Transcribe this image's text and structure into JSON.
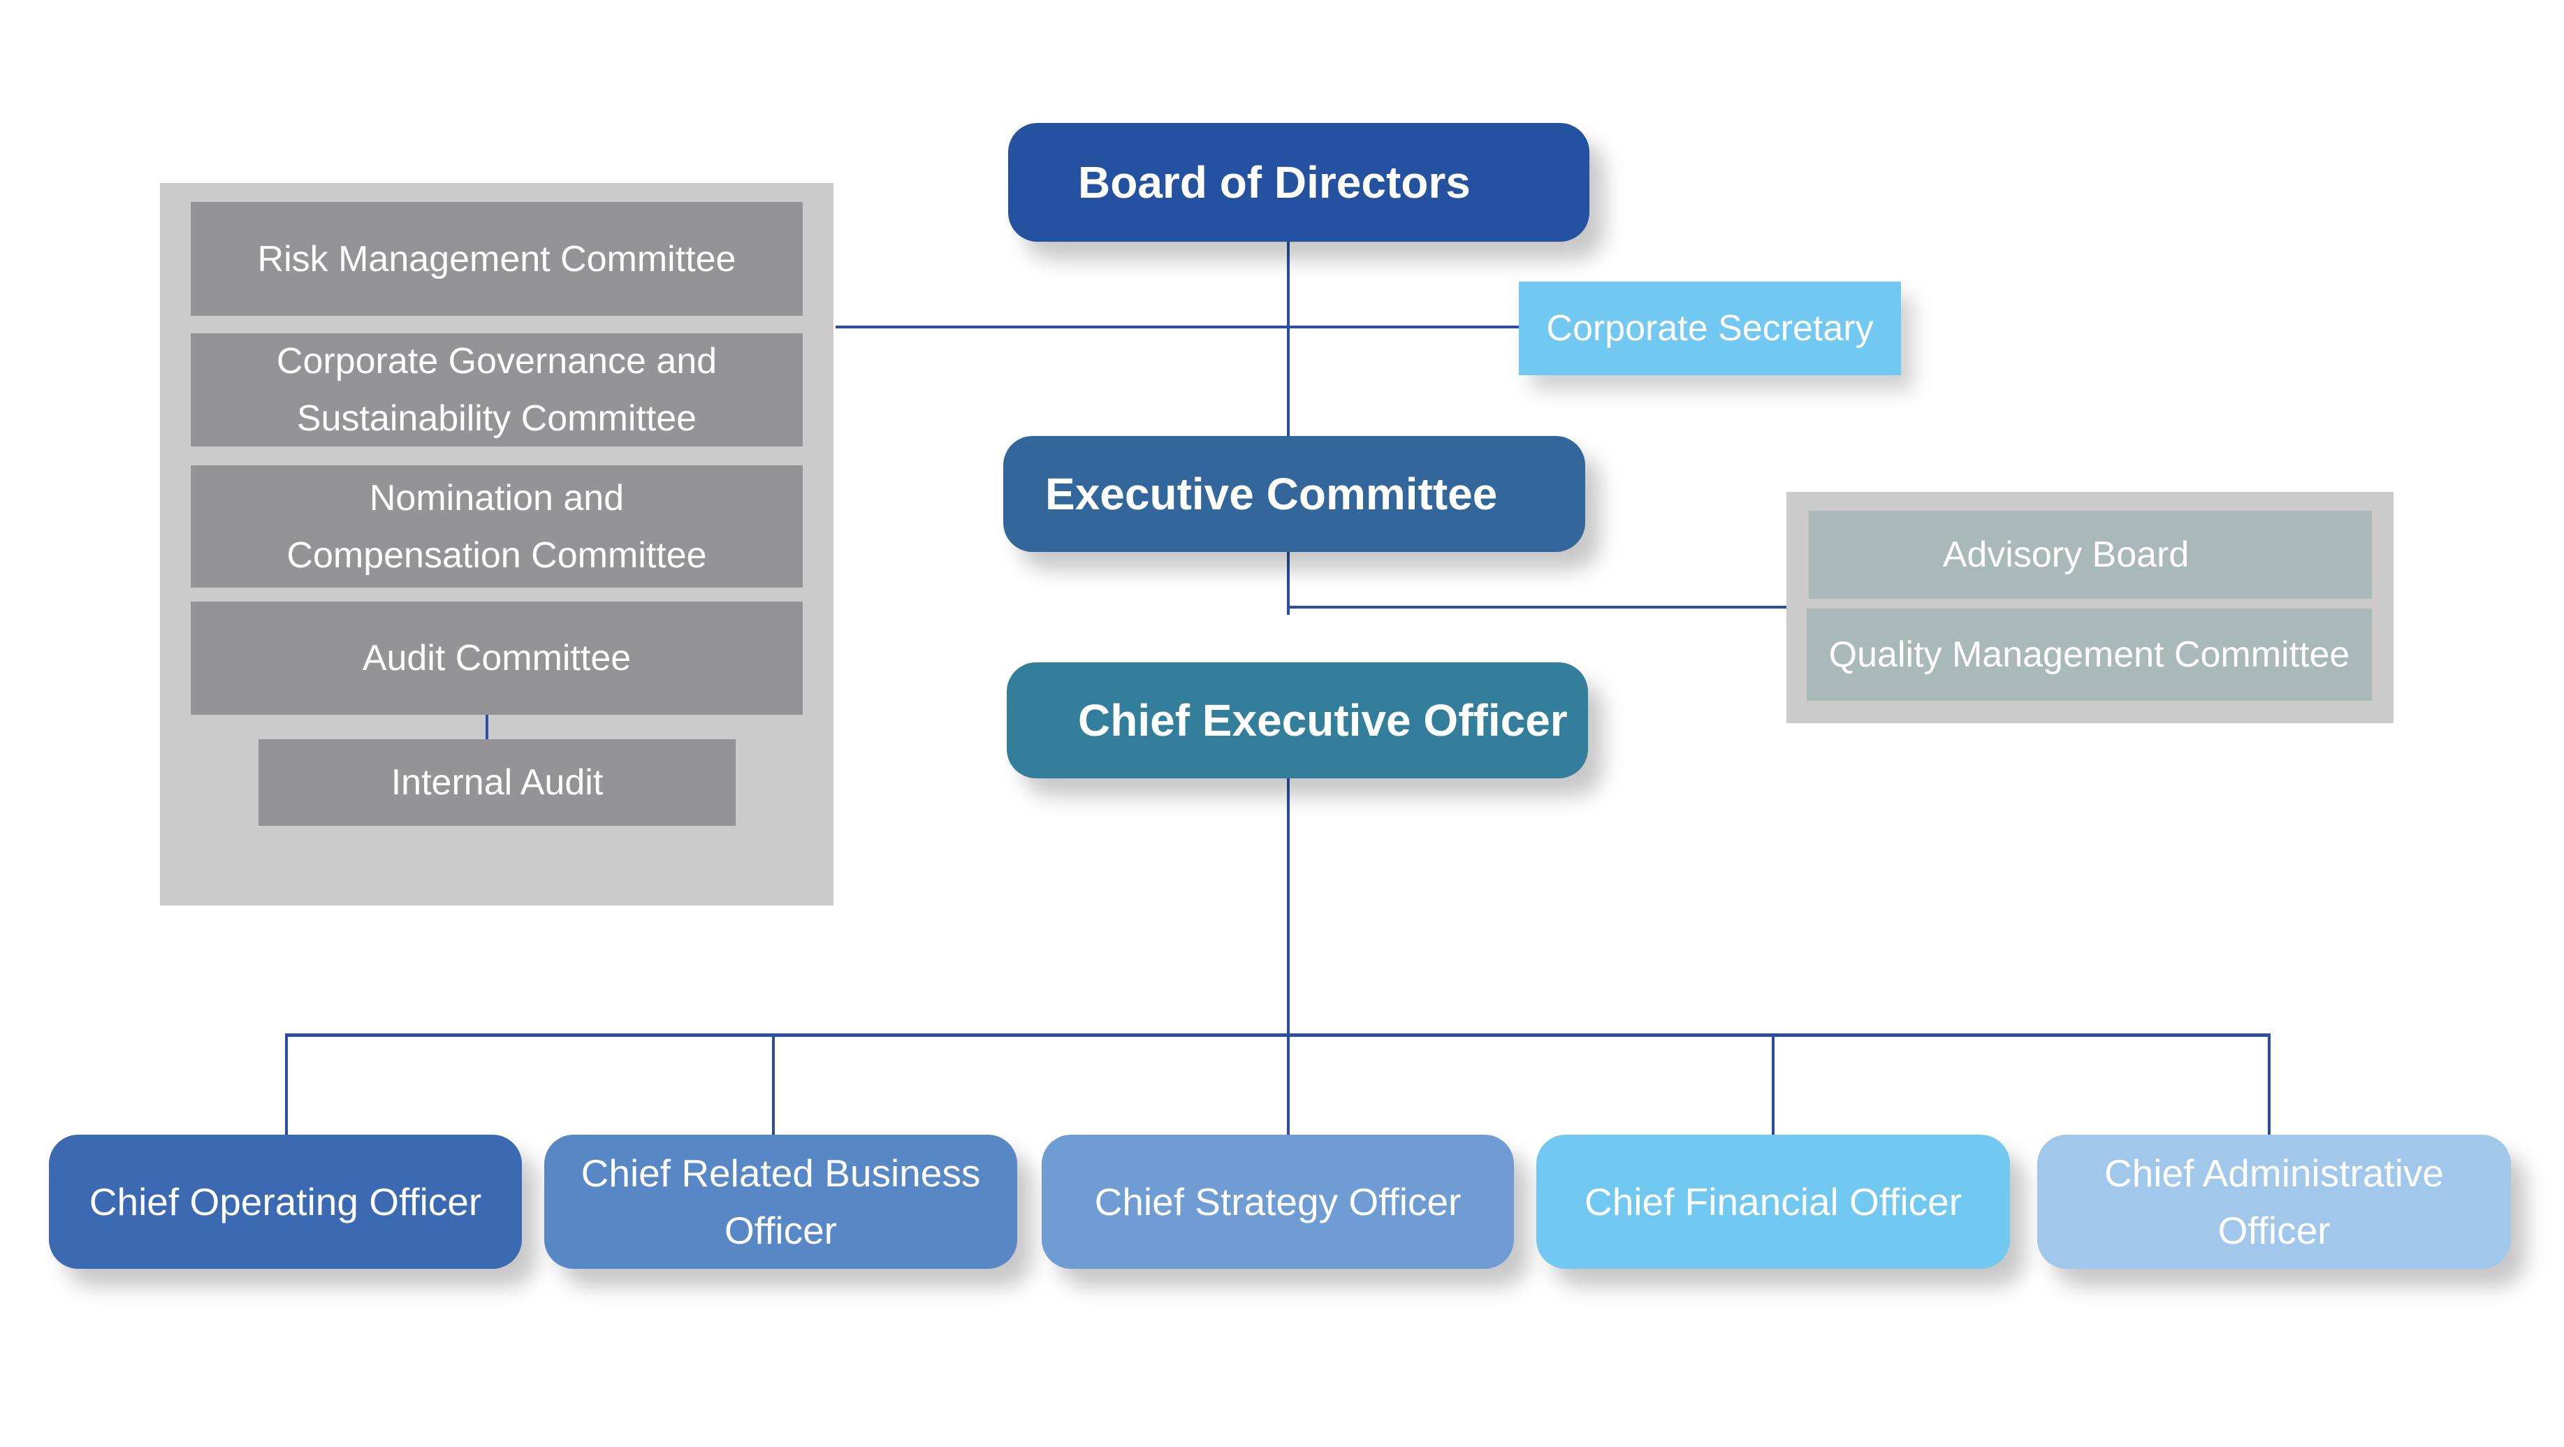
{
  "chart": {
    "top_nodes": {
      "board": {
        "label": "Board of Directors",
        "color": "#2451a0"
      },
      "executive_committee": {
        "label": "Executive Committee",
        "color": "#33679b"
      },
      "ceo": {
        "label": "Chief Executive Officer",
        "color": "#337e9b"
      }
    },
    "corporate_secretary": {
      "label": "Corporate Secretary",
      "color": "#71c8f1"
    },
    "board_committees": {
      "items": [
        {
          "label": "Risk Management Committee"
        },
        {
          "label": "Corporate Governance and Sustainability Committee"
        },
        {
          "label": "Nomination and Compensation Committee"
        },
        {
          "label": "Audit Committee"
        }
      ],
      "sub_item": {
        "label": "Internal Audit",
        "parent": "Audit Committee"
      },
      "color": "#949496"
    },
    "executive_committees": {
      "items": [
        {
          "label": "Advisory Board"
        },
        {
          "label": "Quality Management Committee"
        }
      ],
      "color": "#a8b9b7"
    },
    "officers": [
      {
        "label": "Chief Operating Officer",
        "color": "#3b69b2"
      },
      {
        "label": "Chief Related Business Officer",
        "color": "#5787c5"
      },
      {
        "label": "Chief Strategy Officer",
        "color": "#6f9cd3"
      },
      {
        "label": "Chief Financial Officer",
        "color": "#71c8f1"
      },
      {
        "label": "Chief Administrative Officer",
        "color": "#a1c8eb"
      }
    ],
    "connector_color": "#2a4fa0"
  }
}
